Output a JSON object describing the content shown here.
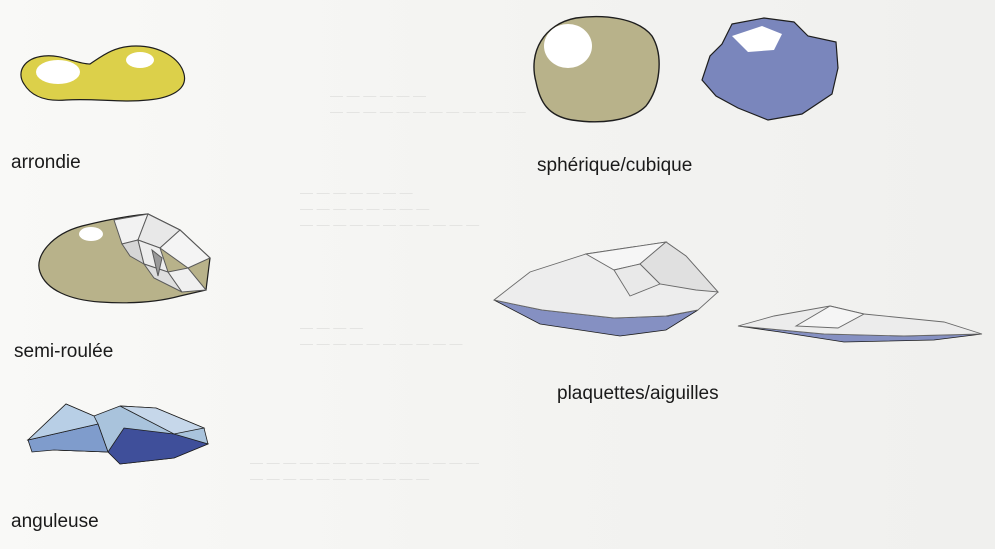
{
  "labels": {
    "arrondie": "arrondie",
    "semi_roulee": "semi-roulée",
    "anguleuse": "anguleuse",
    "spherique_cubique": "sphérique/cubique",
    "plaquettes_aiguilles": "plaquettes/aiguilles"
  },
  "colors": {
    "yellow": "#dcd04a",
    "khaki": "#b8b28a",
    "slate_blue": "#7a86bc",
    "light_blue": "#a9c3dc",
    "dark_blue": "#3f4f9a",
    "flake_top": "#ececec",
    "flake_base": "#8590c2",
    "outline": "#1e1e1e"
  }
}
